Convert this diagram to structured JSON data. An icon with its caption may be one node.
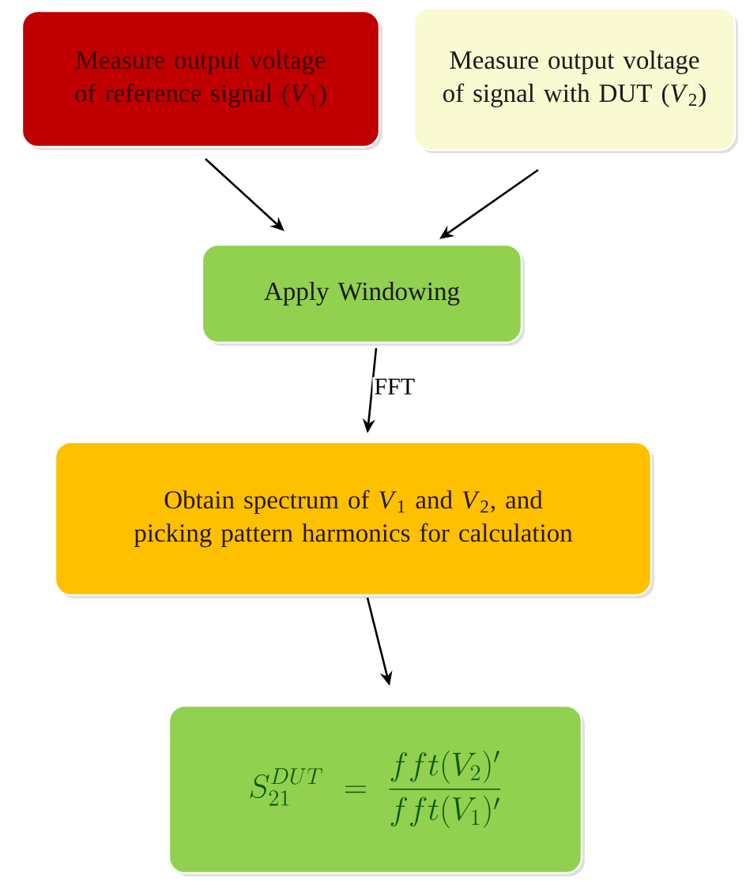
{
  "diagram": {
    "nodes": [
      {
        "text": [
          "Measure output voltage of reference signal (*V*$_{1}$)"
        ]
      },
      {
        "text": [
          "Measure output voltage of signal with DUT (*V*$_{2}$)"
        ]
      },
      {
        "text": [
          "Apply Windowing"
        ]
      },
      {
        "text": [
          "Obtain spectrum of *V*$_{1}$ and *V*$_{2}$, and picking pattern harmonics for calculation"
        ]
      },
      {
        "text": [
          "S_{21}^{DUT} = \\frac{fft(V_2)'}{fft(V_1)'}"
        ]
      }
    ],
    "edges": [
      {
        "from": 0,
        "to": 2,
        "arrow": "to"
      },
      {
        "from": 1,
        "to": 2,
        "arrow": "to"
      },
      {
        "from": 2,
        "to": 3,
        "arrow": "to",
        "label": "FFT"
      },
      {
        "from": 3,
        "to": 4,
        "arrow": "to"
      }
    ]
  }
}
